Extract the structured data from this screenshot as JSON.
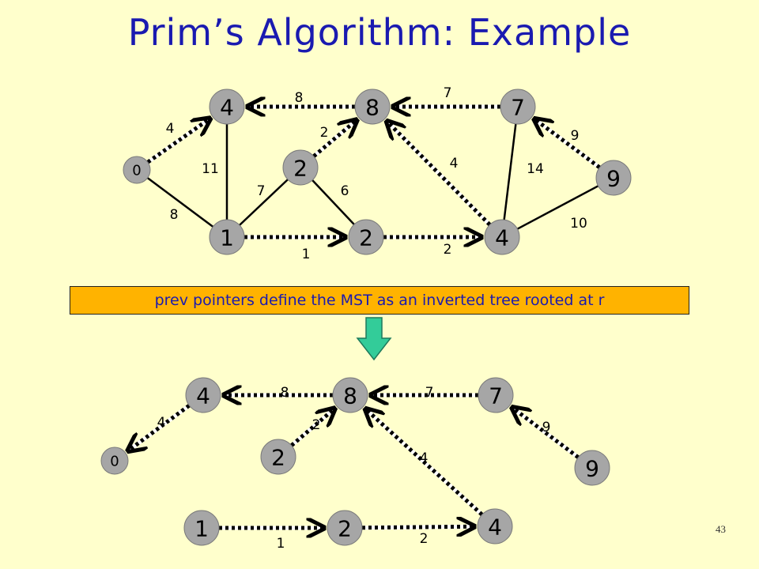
{
  "slide": {
    "title": "Prim’s Algorithm: Example",
    "callout": "prev pointers define the MST as an inverted tree rooted at r",
    "page_number": "43"
  },
  "top_graph": {
    "nodes": [
      {
        "id": "A",
        "key": "0",
        "small": true
      },
      {
        "id": "B",
        "key": "4"
      },
      {
        "id": "C",
        "key": "8"
      },
      {
        "id": "D",
        "key": "7"
      },
      {
        "id": "E",
        "key": "2"
      },
      {
        "id": "F",
        "key": "9"
      },
      {
        "id": "G",
        "key": "1"
      },
      {
        "id": "H",
        "key": "2"
      },
      {
        "id": "I",
        "key": "4"
      }
    ],
    "edges": [
      {
        "from": "A",
        "to": "B",
        "weight": "4",
        "tree": true
      },
      {
        "from": "A",
        "to": "G",
        "weight": "8",
        "tree": false
      },
      {
        "from": "B",
        "to": "G",
        "weight": "11",
        "tree": false
      },
      {
        "from": "C",
        "to": "B",
        "weight": "8",
        "tree": true
      },
      {
        "from": "E",
        "to": "C",
        "weight": "2",
        "tree": true
      },
      {
        "from": "E",
        "to": "G",
        "weight": "7",
        "tree": false
      },
      {
        "from": "E",
        "to": "H",
        "weight": "6",
        "tree": false
      },
      {
        "from": "G",
        "to": "H",
        "weight": "1",
        "tree": true
      },
      {
        "from": "H",
        "to": "I",
        "weight": "2",
        "tree": true
      },
      {
        "from": "I",
        "to": "C",
        "weight": "4",
        "tree": true
      },
      {
        "from": "D",
        "to": "C",
        "weight": "7",
        "tree": true
      },
      {
        "from": "D",
        "to": "I",
        "weight": "14",
        "tree": false
      },
      {
        "from": "F",
        "to": "D",
        "weight": "9",
        "tree": true
      },
      {
        "from": "F",
        "to": "I",
        "weight": "10",
        "tree": false
      }
    ]
  },
  "bottom_graph": {
    "nodes": [
      {
        "id": "A",
        "key": "0",
        "small": true
      },
      {
        "id": "B",
        "key": "4"
      },
      {
        "id": "C",
        "key": "8"
      },
      {
        "id": "D",
        "key": "7"
      },
      {
        "id": "E",
        "key": "2"
      },
      {
        "id": "F",
        "key": "9"
      },
      {
        "id": "G",
        "key": "1"
      },
      {
        "id": "H",
        "key": "2"
      },
      {
        "id": "I",
        "key": "4"
      }
    ],
    "edges": [
      {
        "from": "B",
        "to": "A",
        "weight": "4"
      },
      {
        "from": "C",
        "to": "B",
        "weight": "8"
      },
      {
        "from": "E",
        "to": "C",
        "weight": "2"
      },
      {
        "from": "D",
        "to": "C",
        "weight": "7"
      },
      {
        "from": "F",
        "to": "D",
        "weight": "9"
      },
      {
        "from": "I",
        "to": "C",
        "weight": "4"
      },
      {
        "from": "G",
        "to": "H",
        "weight": "1"
      },
      {
        "from": "H",
        "to": "I",
        "weight": "2"
      }
    ]
  },
  "colors": {
    "background": "#ffffcc",
    "node_fill": "#a6a6a6",
    "title": "#1a1ab0",
    "callout_fill": "#ffb300",
    "down_arrow": "#33cc99"
  }
}
